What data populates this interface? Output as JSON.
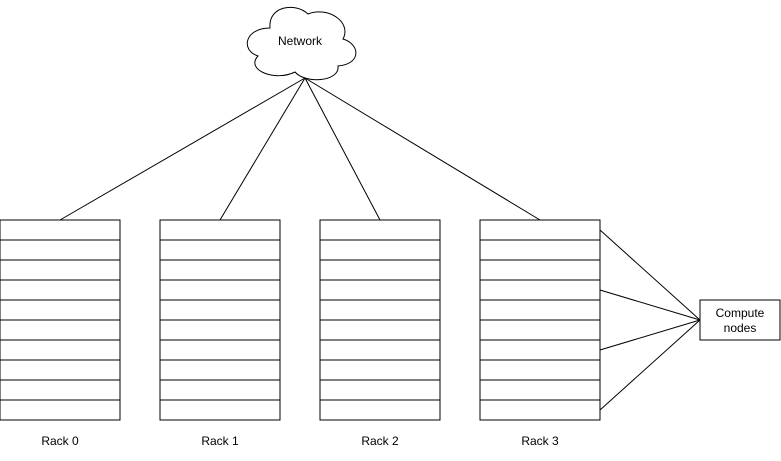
{
  "diagram": {
    "network": {
      "label": "Network"
    },
    "racks": [
      {
        "label": "Rack 0",
        "slots": 10
      },
      {
        "label": "Rack 1",
        "slots": 10
      },
      {
        "label": "Rack 2",
        "slots": 10
      },
      {
        "label": "Rack 3",
        "slots": 10
      }
    ],
    "compute_nodes": {
      "label_line1": "Compute",
      "label_line2": "nodes"
    },
    "colors": {
      "stroke": "#000000",
      "fill": "#ffffff",
      "text": "#000000"
    }
  }
}
